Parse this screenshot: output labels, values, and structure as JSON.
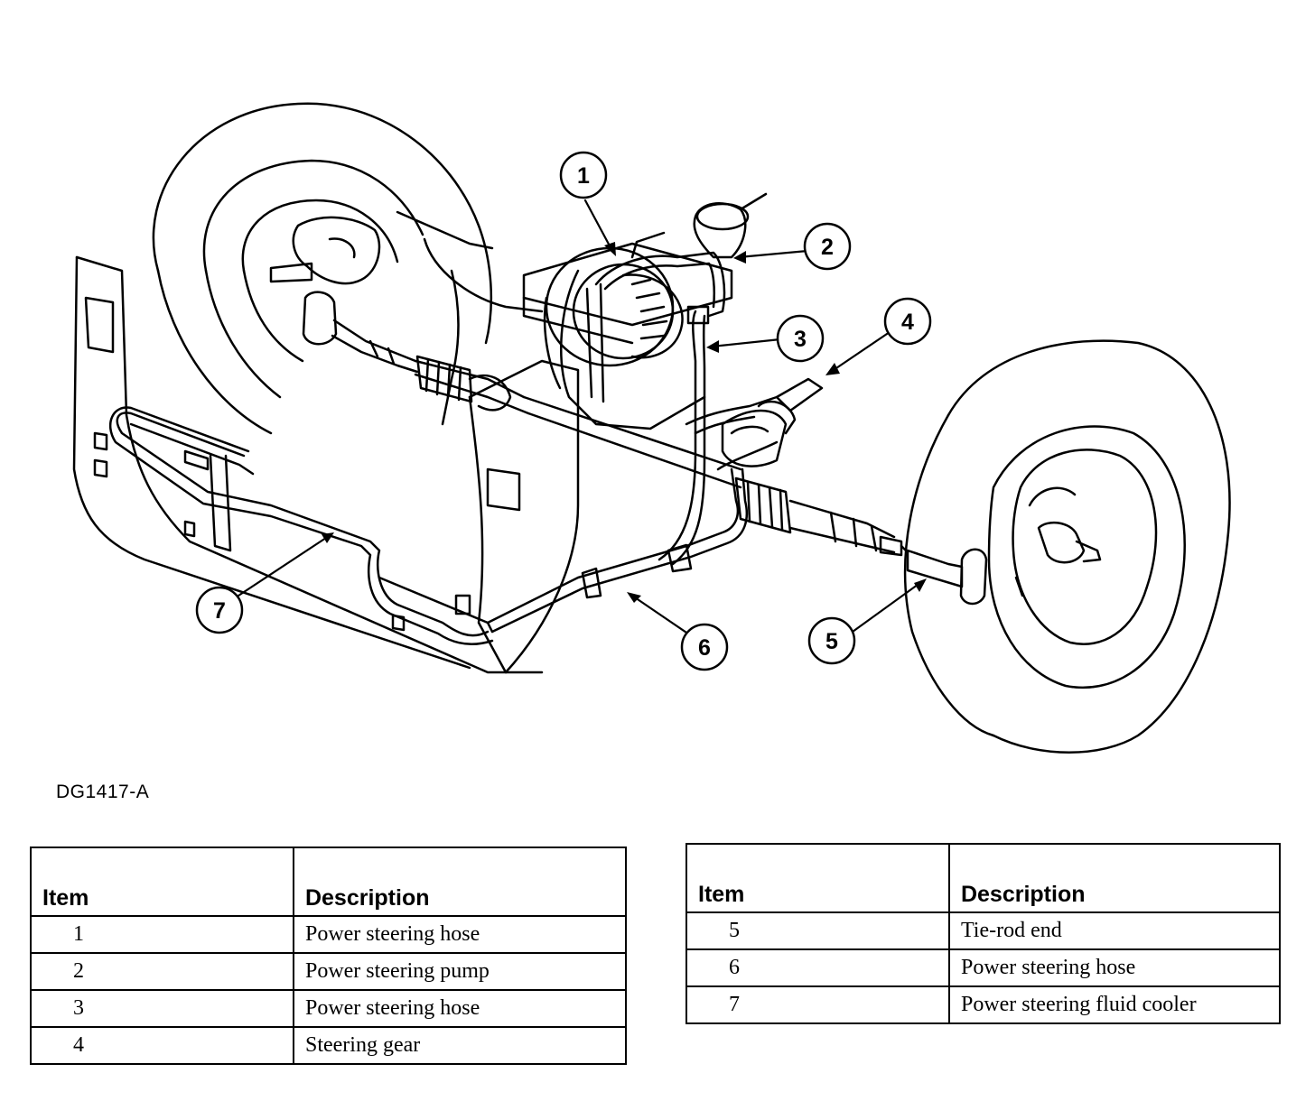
{
  "callouts": [
    {
      "number": "1"
    },
    {
      "number": "2"
    },
    {
      "number": "3"
    },
    {
      "number": "4"
    },
    {
      "number": "5"
    },
    {
      "number": "6"
    },
    {
      "number": "7"
    }
  ],
  "figure_id": "DG1417-A",
  "tables": [
    {
      "header": {
        "item": "Item",
        "description": "Description"
      },
      "rows": [
        {
          "item": "1",
          "description": "Power steering hose"
        },
        {
          "item": "2",
          "description": "Power steering pump"
        },
        {
          "item": "3",
          "description": "Power steering hose"
        },
        {
          "item": "4",
          "description": "Steering gear"
        }
      ]
    },
    {
      "header": {
        "item": "Item",
        "description": "Description"
      },
      "rows": [
        {
          "item": "5",
          "description": "Tie-rod end"
        },
        {
          "item": "6",
          "description": "Power steering hose"
        },
        {
          "item": "7",
          "description": "Power steering fluid cooler"
        }
      ]
    }
  ]
}
